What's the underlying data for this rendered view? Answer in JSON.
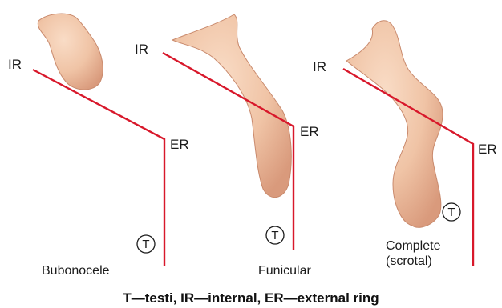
{
  "colors": {
    "ring_line": "#d8182b",
    "sac_fill": "#f0c4a6",
    "sac_shadow": "#d99a7c",
    "text": "#1a1a1a"
  },
  "panels": [
    {
      "ir": "IR",
      "er": "ER",
      "testis": "T",
      "caption_lines": [
        "Bubonocele"
      ]
    },
    {
      "ir": "IR",
      "er": "ER",
      "testis": "T",
      "caption_lines": [
        "Funicular"
      ]
    },
    {
      "ir": "IR",
      "er": "ER",
      "testis": "T",
      "caption_lines": [
        "Complete",
        "(scrotal)"
      ]
    }
  ],
  "footer": "T—testi, IR—internal, ER—external ring"
}
